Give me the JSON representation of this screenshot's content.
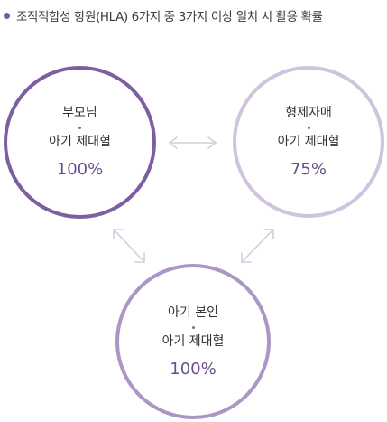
{
  "header": {
    "bullet_color": "#7a5a9c",
    "text": "조직적합성 항원(HLA) 6가지 중 3가지 이상 일치 시 활용 확률"
  },
  "nodes": {
    "parents": {
      "name": "부모님",
      "blood": "아기 제대혈",
      "percent": "100%",
      "border_color": "#7b5fa0"
    },
    "sibling": {
      "name": "형제자매",
      "blood": "아기 제대혈",
      "percent": "75%",
      "border_color": "#cfc3de"
    },
    "self": {
      "name": "아기 본인",
      "blood": "아기 제대혈",
      "percent": "100%",
      "border_color": "#ab97c6"
    }
  },
  "connector_color": "#d4ccdf"
}
